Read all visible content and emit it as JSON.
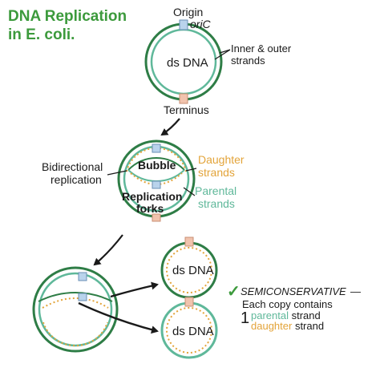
{
  "title": {
    "line1": "DNA Replication",
    "line2": "in E. coli."
  },
  "top_circle": {
    "origin_label": "Origin",
    "oric_label": "oriC",
    "center_label": "ds DNA",
    "strands_line1": "Inner & outer",
    "strands_line2": "strands",
    "terminus_label": "Terminus"
  },
  "middle_circle": {
    "bidirectional_line1": "Bidirectional",
    "bidirectional_line2": "replication",
    "bubble_label": "Bubble",
    "forks_line1": "Replication",
    "forks_line2": "forks",
    "daughter_line1": "Daughter",
    "daughter_line2": "strands",
    "parental_line1": "Parental",
    "parental_line2": "strands"
  },
  "bottom": {
    "copy1_label": "ds DNA",
    "copy2_label": "ds DNA",
    "check_mark": "✓",
    "semi_label": "SEMICONSERVATIVE",
    "semi_dash": "—",
    "each_copy": "Each copy contains",
    "brace": "1",
    "parental_word": "parental",
    "strand_word1": " strand",
    "daughter_word": "daughter",
    "strand_word2": " strand"
  },
  "colors": {
    "title_green": "#3c9a3c",
    "dark_green": "#2e7d46",
    "parental_teal": "#5fb89a",
    "daughter_orange": "#e3a43a",
    "origin_blue": "#b9d3ec",
    "terminus_pink": "#f1c3ad",
    "text_dark": "#1a1a1a"
  }
}
